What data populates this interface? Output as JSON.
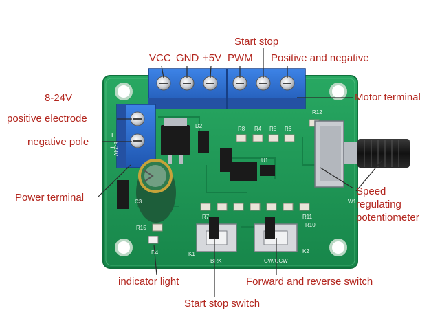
{
  "colors": {
    "label": "#b3261e",
    "leader": "#2b2b2b",
    "pcb": "#1f9a57",
    "terminal": "#2e6fd1"
  },
  "labels": {
    "vcc": "VCC",
    "gnd": "GND",
    "plus5v": "+5V",
    "pwm": "PWM",
    "start_stop": "Start stop",
    "pos_neg": "Positive and negative",
    "motor_terminal": "Motor terminal",
    "voltage_range": "8-24V",
    "positive_electrode": "positive electrode",
    "negative_pole": "negative pole",
    "power_terminal": "Power terminal",
    "speed_line1": "Speed",
    "speed_line2": "regulating",
    "speed_line3": "potentiometer",
    "indicator_light": "indicator light",
    "fwd_rev_switch": "Forward and reverse switch",
    "start_stop_switch": "Start stop switch"
  },
  "silkscreen": {
    "r12": "R12",
    "r8": "R8",
    "r4": "R4",
    "r5": "R5",
    "r6": "R6",
    "r7": "R7",
    "r10": "R10",
    "r11": "R11",
    "r15": "R15",
    "d2": "D2",
    "d4": "D4",
    "u1": "U1",
    "c3": "C3",
    "k1": "K1",
    "k2": "K2",
    "w1": "W1",
    "brk": "BRK",
    "cwccw": "CW/CCW",
    "supply": "8-24V"
  }
}
